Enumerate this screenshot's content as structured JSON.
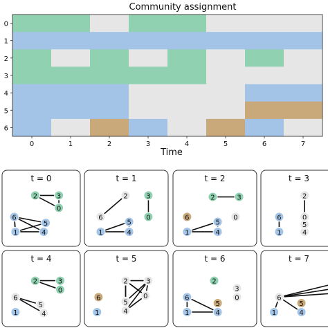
{
  "colors": {
    "green": "#8fd1b0",
    "blue": "#a3c4e6",
    "tan": "#c9a97a",
    "gray": "#e6e6e6",
    "edge": "#111111",
    "node_outline": "#ffffff"
  },
  "chart_data": [
    {
      "type": "heatmap",
      "title": "Community assignment",
      "xlabel": "Time",
      "ylabel": "",
      "x_ticks": [
        "0",
        "1",
        "2",
        "3",
        "4",
        "5",
        "6",
        "7"
      ],
      "y_ticks": [
        "0",
        "1",
        "2",
        "3",
        "4",
        "5",
        "6"
      ],
      "x_range": [
        -0.5,
        7.5
      ],
      "rows": [
        {
          "node": "0",
          "segments": [
            [
              -0.5,
              1.5,
              "green"
            ],
            [
              1.5,
              2.5,
              "gray"
            ],
            [
              2.5,
              4.5,
              "green"
            ],
            [
              4.5,
              7.5,
              "gray"
            ]
          ]
        },
        {
          "node": "1",
          "segments": [
            [
              -0.5,
              7.5,
              "blue"
            ]
          ]
        },
        {
          "node": "2",
          "segments": [
            [
              -0.5,
              0.5,
              "green"
            ],
            [
              0.5,
              1.5,
              "gray"
            ],
            [
              1.5,
              2.5,
              "green"
            ],
            [
              2.5,
              3.5,
              "gray"
            ],
            [
              3.5,
              4.5,
              "green"
            ],
            [
              4.5,
              5.5,
              "gray"
            ],
            [
              5.5,
              6.5,
              "green"
            ],
            [
              6.5,
              7.5,
              "gray"
            ]
          ]
        },
        {
          "node": "3",
          "segments": [
            [
              -0.5,
              4.5,
              "green"
            ],
            [
              4.5,
              7.5,
              "gray"
            ]
          ]
        },
        {
          "node": "4",
          "segments": [
            [
              -0.5,
              2.5,
              "blue"
            ],
            [
              2.5,
              5.5,
              "gray"
            ],
            [
              5.5,
              7.5,
              "blue"
            ]
          ]
        },
        {
          "node": "5",
          "segments": [
            [
              -0.5,
              2.5,
              "blue"
            ],
            [
              2.5,
              5.5,
              "gray"
            ],
            [
              5.5,
              7.5,
              "tan"
            ]
          ]
        },
        {
          "node": "6",
          "segments": [
            [
              -0.5,
              0.5,
              "blue"
            ],
            [
              0.5,
              1.5,
              "gray"
            ],
            [
              1.5,
              2.5,
              "tan"
            ],
            [
              2.5,
              3.5,
              "blue"
            ],
            [
              3.5,
              4.5,
              "gray"
            ],
            [
              4.5,
              5.5,
              "tan"
            ],
            [
              5.5,
              6.5,
              "blue"
            ],
            [
              6.5,
              7.5,
              "gray"
            ]
          ]
        }
      ]
    },
    {
      "type": "network_snapshots",
      "panels": [
        {
          "title": "t = 0",
          "nodes": [
            {
              "id": "0",
              "x": 0.78,
              "y": 0.45,
              "c": "green"
            },
            {
              "id": "1",
              "x": 0.12,
              "y": 0.93,
              "c": "blue"
            },
            {
              "id": "2",
              "x": 0.42,
              "y": 0.2,
              "c": "green"
            },
            {
              "id": "3",
              "x": 0.78,
              "y": 0.2,
              "c": "green"
            },
            {
              "id": "4",
              "x": 0.55,
              "y": 0.93,
              "c": "blue"
            },
            {
              "id": "5",
              "x": 0.58,
              "y": 0.75,
              "c": "blue"
            },
            {
              "id": "6",
              "x": 0.1,
              "y": 0.63,
              "c": "blue"
            }
          ],
          "edges": [
            [
              "2",
              "3"
            ],
            [
              "2",
              "0"
            ],
            [
              "3",
              "0"
            ],
            [
              "6",
              "1"
            ],
            [
              "6",
              "4"
            ],
            [
              "6",
              "5"
            ],
            [
              "1",
              "4"
            ],
            [
              "1",
              "5"
            ],
            [
              "4",
              "5"
            ],
            [
              "6",
              "1"
            ]
          ]
        },
        {
          "title": "t = 1",
          "nodes": [
            {
              "id": "0",
              "x": 0.82,
              "y": 0.63,
              "c": "green"
            },
            {
              "id": "1",
              "x": 0.15,
              "y": 0.93,
              "c": "blue"
            },
            {
              "id": "2",
              "x": 0.5,
              "y": 0.2,
              "c": "gray"
            },
            {
              "id": "3",
              "x": 0.82,
              "y": 0.2,
              "c": "green"
            },
            {
              "id": "4",
              "x": 0.55,
              "y": 0.93,
              "c": "blue"
            },
            {
              "id": "5",
              "x": 0.55,
              "y": 0.73,
              "c": "blue"
            },
            {
              "id": "6",
              "x": 0.15,
              "y": 0.63,
              "c": "gray"
            }
          ],
          "edges": [
            [
              "3",
              "0"
            ],
            [
              "2",
              "6"
            ],
            [
              "1",
              "4"
            ],
            [
              "1",
              "5"
            ],
            [
              "4",
              "5"
            ]
          ]
        },
        {
          "title": "t = 2",
          "nodes": [
            {
              "id": "0",
              "x": 0.8,
              "y": 0.63,
              "c": "gray"
            },
            {
              "id": "1",
              "x": 0.12,
              "y": 0.93,
              "c": "blue"
            },
            {
              "id": "2",
              "x": 0.48,
              "y": 0.23,
              "c": "green"
            },
            {
              "id": "3",
              "x": 0.85,
              "y": 0.23,
              "c": "green"
            },
            {
              "id": "4",
              "x": 0.55,
              "y": 0.93,
              "c": "blue"
            },
            {
              "id": "5",
              "x": 0.55,
              "y": 0.73,
              "c": "blue"
            },
            {
              "id": "6",
              "x": 0.12,
              "y": 0.63,
              "c": "tan"
            }
          ],
          "edges": [
            [
              "2",
              "3"
            ],
            [
              "1",
              "4"
            ],
            [
              "1",
              "5"
            ],
            [
              "4",
              "5"
            ]
          ]
        },
        {
          "title": "t = 3",
          "nodes": [
            {
              "id": "0",
              "x": 0.6,
              "y": 0.63,
              "c": "gray"
            },
            {
              "id": "1",
              "x": 0.2,
              "y": 0.93,
              "c": "blue"
            },
            {
              "id": "2",
              "x": 0.6,
              "y": 0.2,
              "c": "gray"
            },
            {
              "id": "4",
              "x": 0.6,
              "y": 0.93,
              "c": "gray"
            },
            {
              "id": "5",
              "x": 0.6,
              "y": 0.78,
              "c": "gray"
            },
            {
              "id": "6",
              "x": 0.2,
              "y": 0.63,
              "c": "blue"
            }
          ],
          "edges": [
            [
              "2",
              "5"
            ],
            [
              "6",
              "1"
            ]
          ]
        },
        {
          "title": "t = 4",
          "nodes": [
            {
              "id": "0",
              "x": 0.8,
              "y": 0.48,
              "c": "green"
            },
            {
              "id": "1",
              "x": 0.12,
              "y": 0.93,
              "c": "blue"
            },
            {
              "id": "2",
              "x": 0.42,
              "y": 0.3,
              "c": "green"
            },
            {
              "id": "3",
              "x": 0.8,
              "y": 0.3,
              "c": "green"
            },
            {
              "id": "4",
              "x": 0.55,
              "y": 0.95,
              "c": "gray"
            },
            {
              "id": "5",
              "x": 0.5,
              "y": 0.78,
              "c": "gray"
            },
            {
              "id": "6",
              "x": 0.12,
              "y": 0.63,
              "c": "gray"
            }
          ],
          "edges": [
            [
              "2",
              "3"
            ],
            [
              "2",
              "0"
            ],
            [
              "3",
              "0"
            ],
            [
              "6",
              "5"
            ],
            [
              "6",
              "4"
            ]
          ]
        },
        {
          "title": "t = 5",
          "nodes": [
            {
              "id": "0",
              "x": 0.78,
              "y": 0.6,
              "c": "gray"
            },
            {
              "id": "1",
              "x": 0.1,
              "y": 0.93,
              "c": "blue"
            },
            {
              "id": "2",
              "x": 0.5,
              "y": 0.3,
              "c": "gray"
            },
            {
              "id": "3",
              "x": 0.82,
              "y": 0.3,
              "c": "gray"
            },
            {
              "id": "4",
              "x": 0.5,
              "y": 0.9,
              "c": "gray"
            },
            {
              "id": "5",
              "x": 0.5,
              "y": 0.72,
              "c": "gray"
            },
            {
              "id": "6",
              "x": 0.12,
              "y": 0.63,
              "c": "tan"
            }
          ],
          "edges": [
            [
              "2",
              "3"
            ],
            [
              "2",
              "0"
            ],
            [
              "3",
              "0"
            ],
            [
              "2",
              "5"
            ],
            [
              "2",
              "4"
            ],
            [
              "3",
              "5"
            ],
            [
              "3",
              "4"
            ],
            [
              "0",
              "4"
            ],
            [
              "5",
              "4"
            ],
            [
              "2",
              "0"
            ]
          ]
        },
        {
          "title": "t = 6",
          "nodes": [
            {
              "id": "0",
              "x": 0.82,
              "y": 0.63,
              "c": "gray"
            },
            {
              "id": "1",
              "x": 0.12,
              "y": 0.93,
              "c": "blue"
            },
            {
              "id": "2",
              "x": 0.5,
              "y": 0.3,
              "c": "green"
            },
            {
              "id": "3",
              "x": 0.82,
              "y": 0.45,
              "c": "gray"
            },
            {
              "id": "4",
              "x": 0.55,
              "y": 0.93,
              "c": "blue"
            },
            {
              "id": "5",
              "x": 0.55,
              "y": 0.75,
              "c": "tan"
            },
            {
              "id": "6",
              "x": 0.12,
              "y": 0.63,
              "c": "blue"
            }
          ],
          "edges": [
            [
              "3",
              "0"
            ],
            [
              "6",
              "1"
            ],
            [
              "6",
              "4"
            ],
            [
              "1",
              "4"
            ]
          ]
        },
        {
          "title": "t = 7",
          "nodes": [
            {
              "id": "1",
              "x": 0.12,
              "y": 0.93,
              "c": "blue"
            },
            {
              "id": "4",
              "x": 0.55,
              "y": 0.93,
              "c": "blue"
            },
            {
              "id": "5",
              "x": 0.55,
              "y": 0.75,
              "c": "tan"
            },
            {
              "id": "6",
              "x": 0.2,
              "y": 0.63,
              "c": "gray"
            }
          ],
          "edges": [
            [
              "6",
              "1"
            ],
            [
              "6",
              "4"
            ]
          ],
          "stubs": [
            [
              "6",
              1.1,
              0.35
            ],
            [
              "6",
              1.1,
              0.55
            ],
            [
              "6",
              1.1,
              0.45
            ]
          ]
        }
      ]
    }
  ]
}
